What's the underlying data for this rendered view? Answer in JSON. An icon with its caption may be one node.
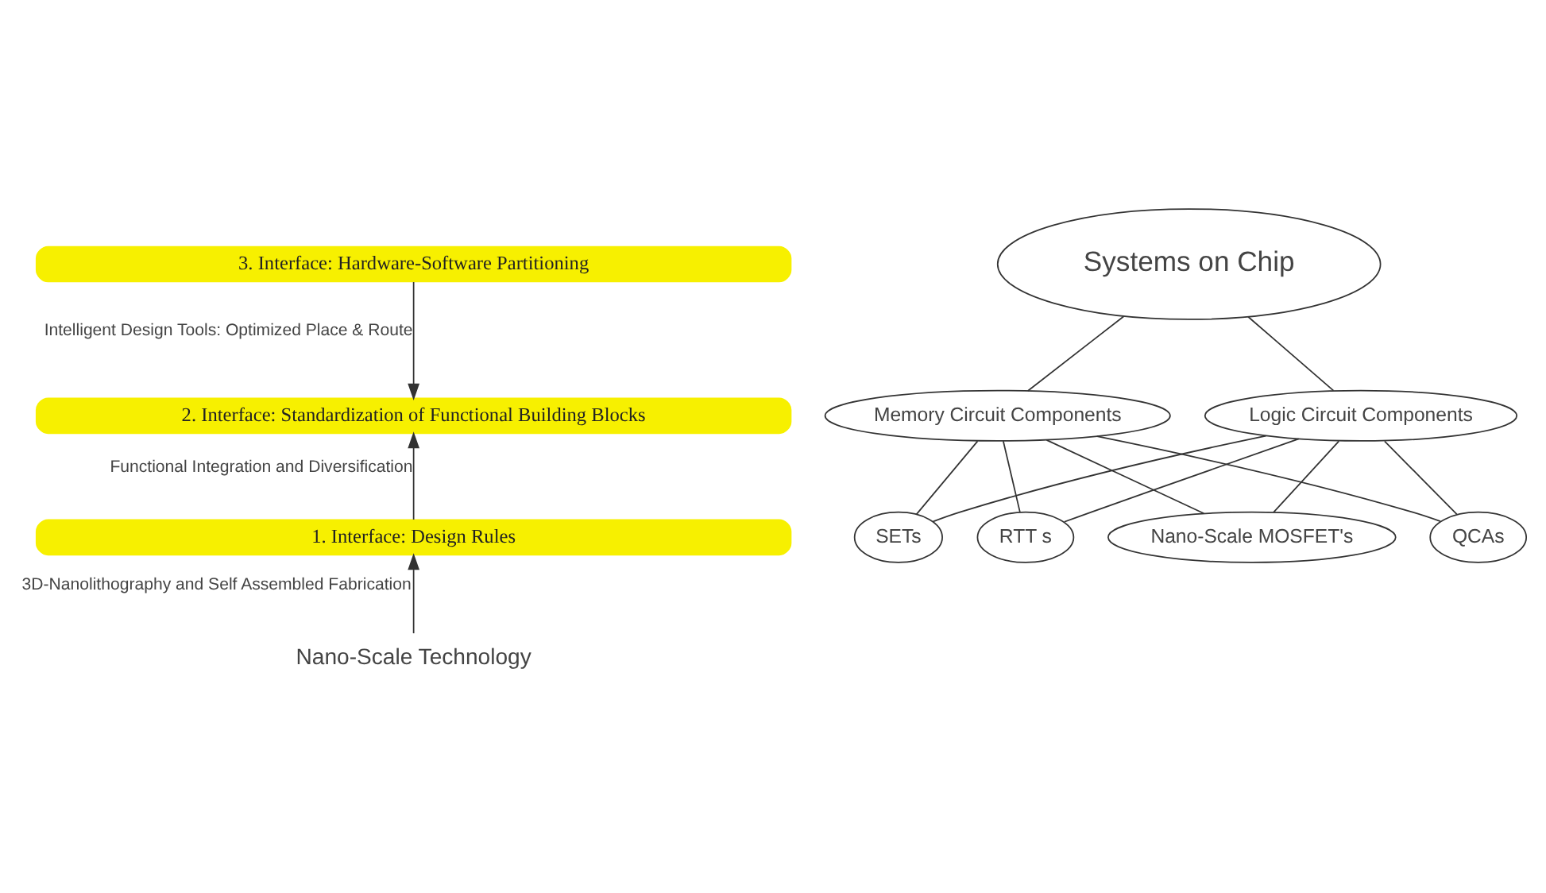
{
  "diagram": {
    "nodes": [
      {
        "text": [
          "3. Interface: Hardware-Software Partitioning"
        ]
      },
      {
        "text": [
          "Systems on Chip"
        ]
      },
      {
        "text": [
          "2. Interface: Standardization of Functional Building Blocks"
        ]
      },
      {
        "text": [
          "Memory Circuit Components"
        ]
      },
      {
        "text": [
          "Logic Circuit Components"
        ]
      },
      {
        "text": [
          "1. Interface: Design Rules"
        ]
      },
      {
        "text": [
          "Nano-Scale MOSFET's"
        ]
      },
      {
        "text": [
          "RTT s"
        ]
      },
      {
        "text": [
          "SETs"
        ]
      },
      {
        "text": [
          "QCAs"
        ]
      },
      {
        "text": [
          "Nano-Scale Technology"
        ]
      }
    ],
    "edges": [
      {
        "from": 0,
        "to": 2,
        "arrow": "to",
        "label": "Intelligent Design Tools: Optimized Place & Route"
      },
      {
        "from": 1,
        "to": 3,
        "arrow": "none"
      },
      {
        "from": 1,
        "to": 4,
        "arrow": "none"
      },
      {
        "from": 3,
        "to": 6,
        "arrow": "none"
      },
      {
        "from": 3,
        "to": 7,
        "arrow": "none"
      },
      {
        "from": 3,
        "to": 8,
        "arrow": "none"
      },
      {
        "from": 3,
        "to": 9,
        "arrow": "none"
      },
      {
        "from": 4,
        "to": 6,
        "arrow": "none"
      },
      {
        "from": 4,
        "to": 7,
        "arrow": "none"
      },
      {
        "from": 4,
        "to": 8,
        "arrow": "none"
      },
      {
        "from": 4,
        "to": 9,
        "arrow": "none"
      },
      {
        "from": 5,
        "to": 2,
        "arrow": "to",
        "label": "Functional Integration and Diversification"
      },
      {
        "from": 10,
        "to": 5,
        "arrow": "to",
        "label": "3D-Nanolithography and Self Assembled Fabrication"
      }
    ]
  }
}
